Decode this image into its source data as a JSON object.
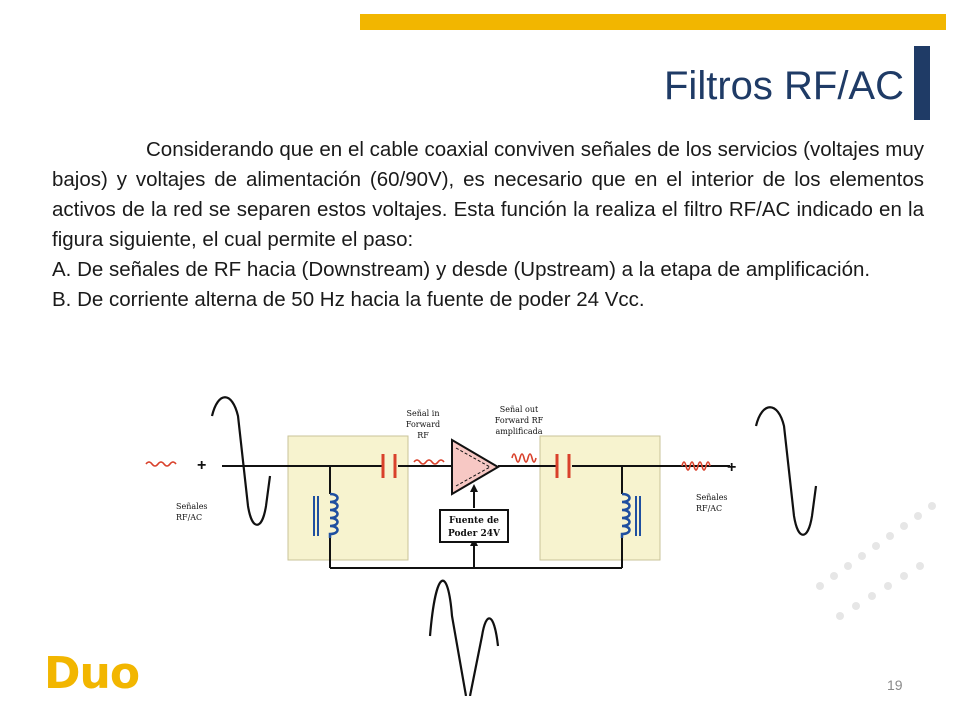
{
  "slide": {
    "title": "Filtros RF/AC",
    "paragraph_intro": "Considerando que en el cable coaxial conviven señales de los servicios (voltajes muy bajos) y voltajes de alimentación (60/90V), es necesario que en el interior de los elementos activos de la red se separen estos voltajes. Esta función la realiza el filtro RF/AC indicado en la figura siguiente, el cual permite el paso:",
    "item_a": "A. De señales de RF hacia (Downstream) y desde (Upstream) a la etapa de amplificación.",
    "item_b": "B. De corriente alterna de 50 Hz hacia la fuente de poder 24 Vcc.",
    "logo": "Duo",
    "page_number": "19"
  },
  "diagram": {
    "label_signal_in_1": "Señal in",
    "label_signal_in_2": "Forward",
    "label_signal_in_3": "RF",
    "label_signal_out_1": "Señal out",
    "label_signal_out_2": "Forward RF",
    "label_signal_out_3": "amplificada",
    "label_left_1": "Señales",
    "label_left_2": "RF/AC",
    "label_right_1": "Señales",
    "label_right_2": "RF/AC",
    "power_1": "Fuente de",
    "power_2": "Poder 24V",
    "plus_left": "+",
    "plus_right": "+"
  },
  "colors": {
    "accent_yellow": "#f2b600",
    "title_blue": "#1f3b66",
    "capacitor_red": "#d9412b",
    "filter_box": "#f7f3cf",
    "amplifier_fill": "#f7c8c4"
  }
}
